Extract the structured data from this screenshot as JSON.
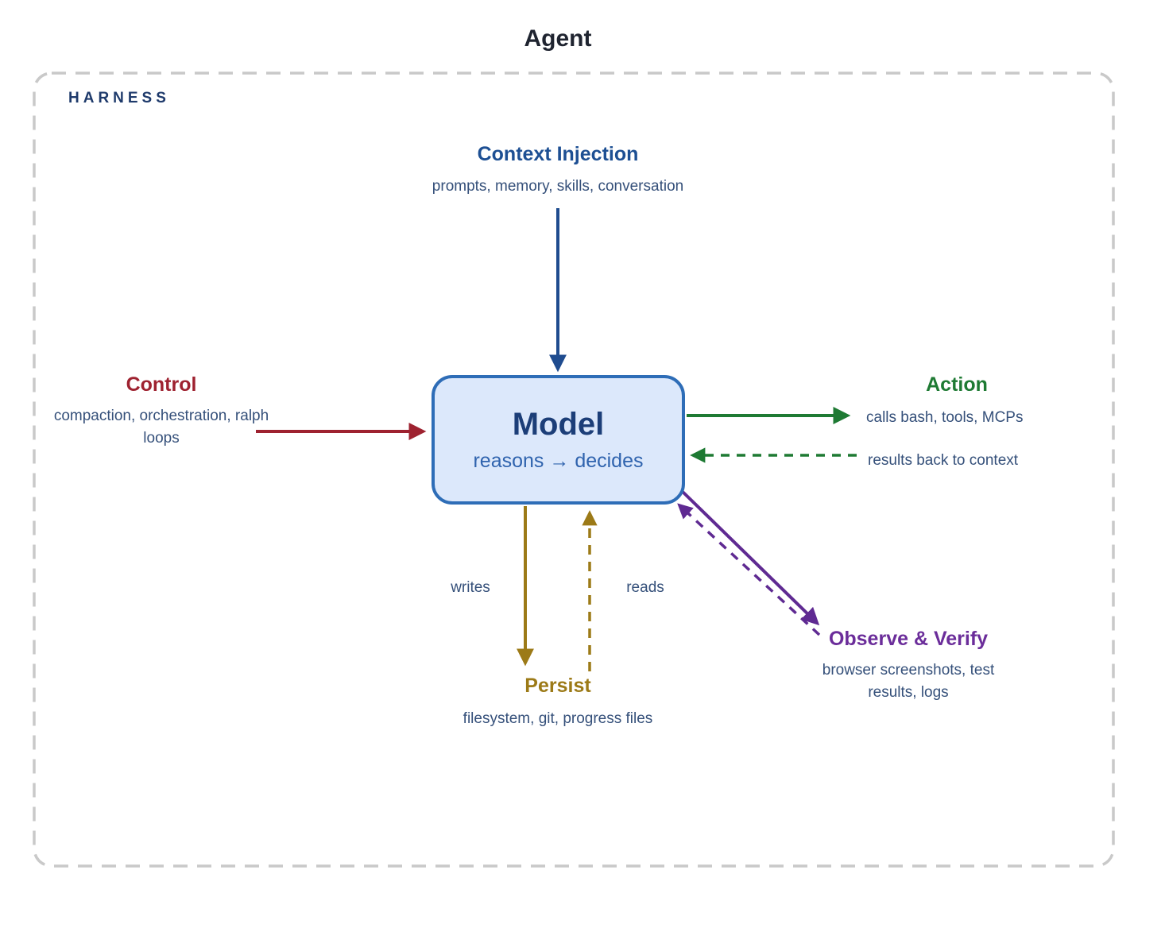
{
  "title": "Agent",
  "harness": {
    "label": "HARNESS"
  },
  "model": {
    "title": "Model",
    "subtitle": "reasons → decides",
    "fill_color": "#dce8fb",
    "border_color": "#2e6db7"
  },
  "context_injection": {
    "title": "Context Injection",
    "subtitle": "prompts, memory, skills, conversation",
    "color": "#1d4f93"
  },
  "control": {
    "title": "Control",
    "subtitle": "compaction, orchestration, ralph loops",
    "color": "#9e2230"
  },
  "action": {
    "title": "Action",
    "outbound_label": "calls bash, tools, MCPs",
    "return_label": "results back to context",
    "color": "#1e7a33"
  },
  "persist": {
    "title": "Persist",
    "subtitle": "filesystem, git, progress files",
    "writes_label": "writes",
    "reads_label": "reads",
    "color": "#9c7a17"
  },
  "observe_verify": {
    "title": "Observe & Verify",
    "subtitle": "browser screenshots, test results, logs",
    "color": "#5f2a92"
  },
  "colors": {
    "harness_border": "#c9c9c9",
    "subtitle_text": "#35507a",
    "title_text": "#1f2430",
    "harness_label_text": "#1e3a6b"
  }
}
